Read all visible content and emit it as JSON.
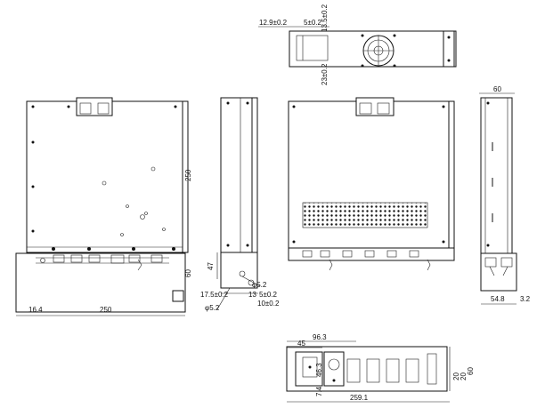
{
  "dimensions": {
    "top_w1": "12.9±0.2",
    "top_w2": "5±0.2",
    "top_h1": "13.5±0.2",
    "top_h2": "23±0.2",
    "front_h": "250",
    "front_bottom_h": "60",
    "front_left": "16.4",
    "front_w": "250",
    "side_47": "47",
    "side_phi1": "φ5.2",
    "side_175": "17.5±0.2",
    "side_phi2": "φ5.2",
    "side_5": "5±0.2",
    "side_10": "10±0.2",
    "side_13": "13",
    "right_top": "60",
    "right_w": "54.8",
    "right_32": "3.2",
    "bottom_w1": "96.3",
    "bottom_w2": "45",
    "bottom_h1": "46.3",
    "bottom_h2": "7.4",
    "bottom_w": "259.1",
    "bottom_r1": "20",
    "bottom_r2": "20",
    "bottom_r3": "60"
  }
}
